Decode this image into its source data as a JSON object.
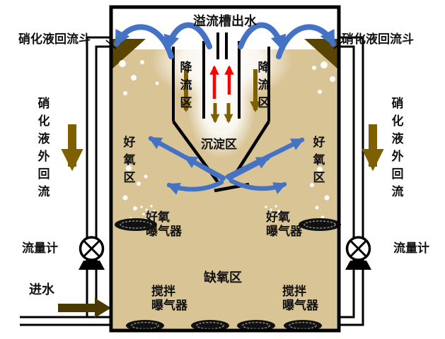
{
  "labels": {
    "overflow_outlet": "溢流槽出水",
    "return_hopper_left": "硝化液回流斗",
    "return_hopper_right": "硝化液回流斗",
    "external_recirculation_left": "硝化液外回流",
    "external_recirculation_right": "硝化液外回流",
    "downflow_zone_left": "降流区",
    "downflow_zone_right": "降流区",
    "settling_zone": "沉淀区",
    "aerobic_zone_left": "好氧区",
    "aerobic_zone_right": "好氧区",
    "aerobic_aerator_left": {
      "line1": "好氧",
      "line2": "曝气器"
    },
    "aerobic_aerator_right": {
      "line1": "好氧",
      "line2": "曝气器"
    },
    "anoxic_zone": "缺氧区",
    "stirring_aerator_left": {
      "line1": "搅拌",
      "line2": "曝气器"
    },
    "stirring_aerator_right": {
      "line1": "搅拌",
      "line2": "曝气器"
    },
    "flow_meter_left": "流量计",
    "flow_meter_right": "流量计",
    "influent": "进水"
  },
  "icons": {
    "flow_meter": "circle-with-x-pump-icon",
    "aerator": "hatched-ellipse-diffuser-icon",
    "recirculation": "curved-blue-arrow-icon"
  },
  "colors": {
    "water_fill": "#d9c496",
    "arrow_blue": "#4472c4",
    "arrow_red": "#ff0000",
    "arrow_olive": "#7f6000",
    "hopper_brown": "#5a4500",
    "arrow_dark": "#4a3a00",
    "structure_black": "#000000"
  }
}
